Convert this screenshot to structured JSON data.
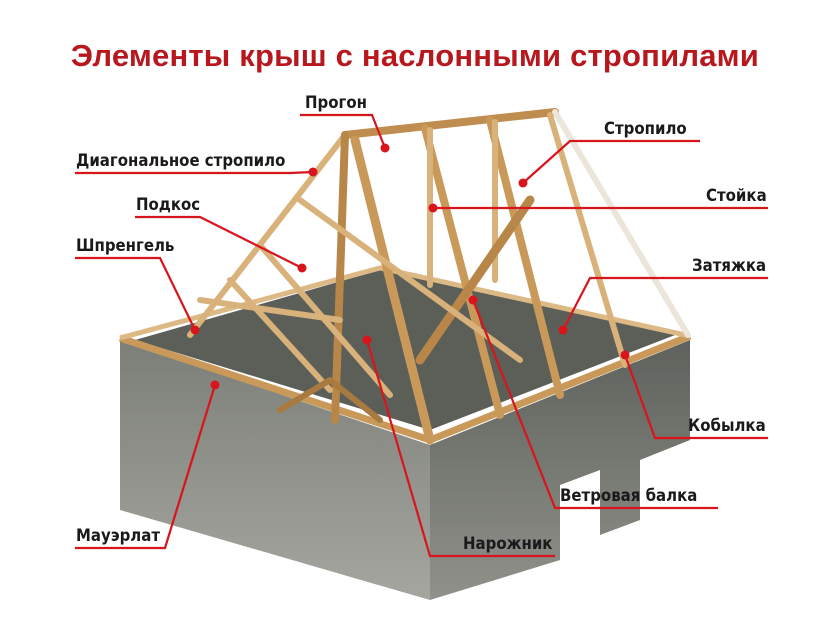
{
  "title": "Элементы крыш с наслонными стропилами",
  "labels": {
    "progon": "Прогон",
    "diagonal_rafter": "Диагональное стропило",
    "podkos": "Подкос",
    "shprengel": "Шпренгель",
    "mauerlat": "Мауэрлат",
    "narozhnik": "Нарожник",
    "wind_beam": "Ветровая балка",
    "kobylka": "Кобылка",
    "zatyazhka": "Затяжка",
    "stoyka": "Стойка",
    "stropilo": "Стропило"
  },
  "colors": {
    "accent": "#d8141c",
    "title": "#b8181d",
    "wood": "#d8b27a",
    "concrete": "#6f716b"
  }
}
